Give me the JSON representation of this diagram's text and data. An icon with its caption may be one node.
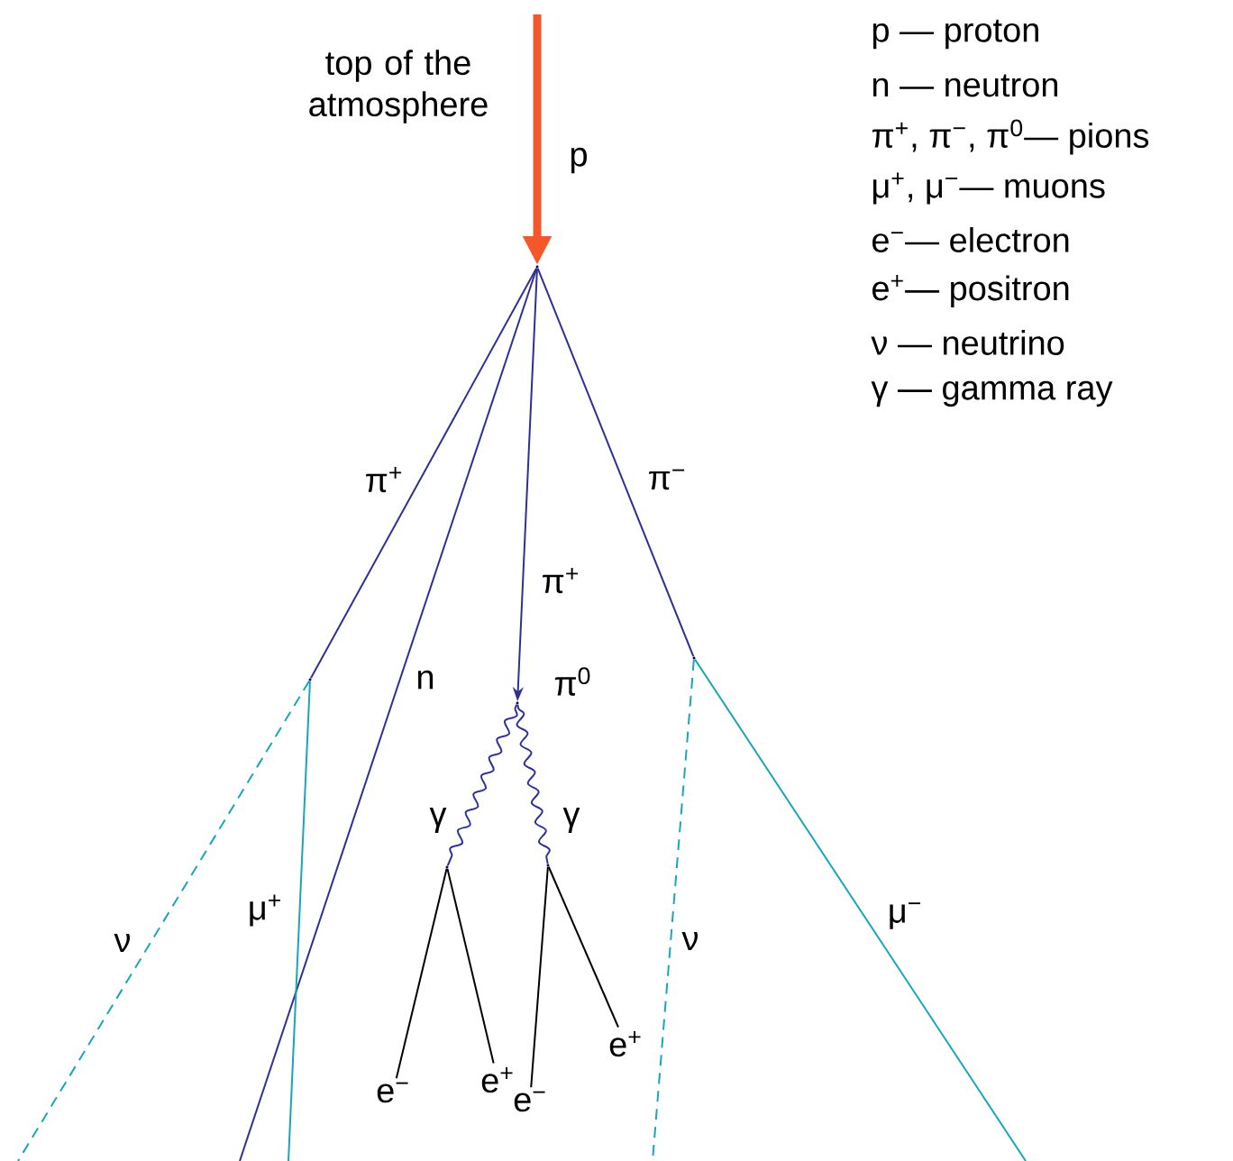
{
  "diagram": {
    "nodes": [
      {
        "text": [],
        "shape": "point"
      },
      {
        "text": [],
        "shape": "point"
      },
      {
        "text": [],
        "shape": "point",
        "beside": [
          "π$^{0}$"
        ]
      },
      {
        "text": [],
        "shape": "point"
      },
      {
        "text": [],
        "shape": "point"
      },
      {
        "text": [],
        "shape": "point"
      },
      {
        "text": [
          "e$^{−}$"
        ]
      },
      {
        "text": [
          "e$^{+}$"
        ]
      },
      {
        "text": [
          "e$^{−}$"
        ]
      },
      {
        "text": [
          "e$^{+}$"
        ]
      }
    ],
    "edges": [
      {
        "from": null,
        "to": 0,
        "arrow": "to",
        "label": "p",
        "style": "thick",
        "color": "#f4582a"
      },
      {
        "from": 0,
        "to": 1,
        "arrow": "none",
        "label": "π$^{+}$"
      },
      {
        "from": 0,
        "to": null,
        "arrow": "none",
        "label": "n"
      },
      {
        "from": 0,
        "to": 2,
        "arrow": "to",
        "label": "π$^{+}$"
      },
      {
        "from": 0,
        "to": 5,
        "arrow": "none",
        "label": "π$^{−}$"
      },
      {
        "from": 1,
        "to": null,
        "arrow": "none",
        "label": "μ$^{+}$",
        "color": "#1ba6b8"
      },
      {
        "from": 1,
        "to": null,
        "arrow": "none",
        "label": "ν",
        "style": "dashed",
        "color": "#1ba6b8"
      },
      {
        "from": 2,
        "to": 3,
        "arrow": "none",
        "label": "γ"
      },
      {
        "from": 2,
        "to": 4,
        "arrow": "none",
        "label": "γ"
      },
      {
        "from": 3,
        "to": 6,
        "arrow": "none",
        "color": "#000000"
      },
      {
        "from": 3,
        "to": 7,
        "arrow": "none",
        "color": "#000000"
      },
      {
        "from": 4,
        "to": 8,
        "arrow": "none",
        "color": "#000000"
      },
      {
        "from": 4,
        "to": 9,
        "arrow": "none",
        "color": "#000000"
      },
      {
        "from": 5,
        "to": null,
        "arrow": "none",
        "label": "ν",
        "style": "dashed",
        "color": "#1ba6b8"
      },
      {
        "from": 5,
        "to": null,
        "arrow": "none",
        "label": "μ$^{−}$",
        "color": "#1ba6b8"
      }
    ],
    "labels": [
      "top of the atmosphere",
      "p — proton",
      "n — neutron",
      "π$^{+}$, π$^{−}$, π$^{0}$— pions",
      "μ$^{+}$, μ$^{−}$— muons",
      "e$^{−}$— electron",
      "e$^{+}$— positron",
      "ν — neutrino",
      "γ — gamma ray"
    ]
  }
}
